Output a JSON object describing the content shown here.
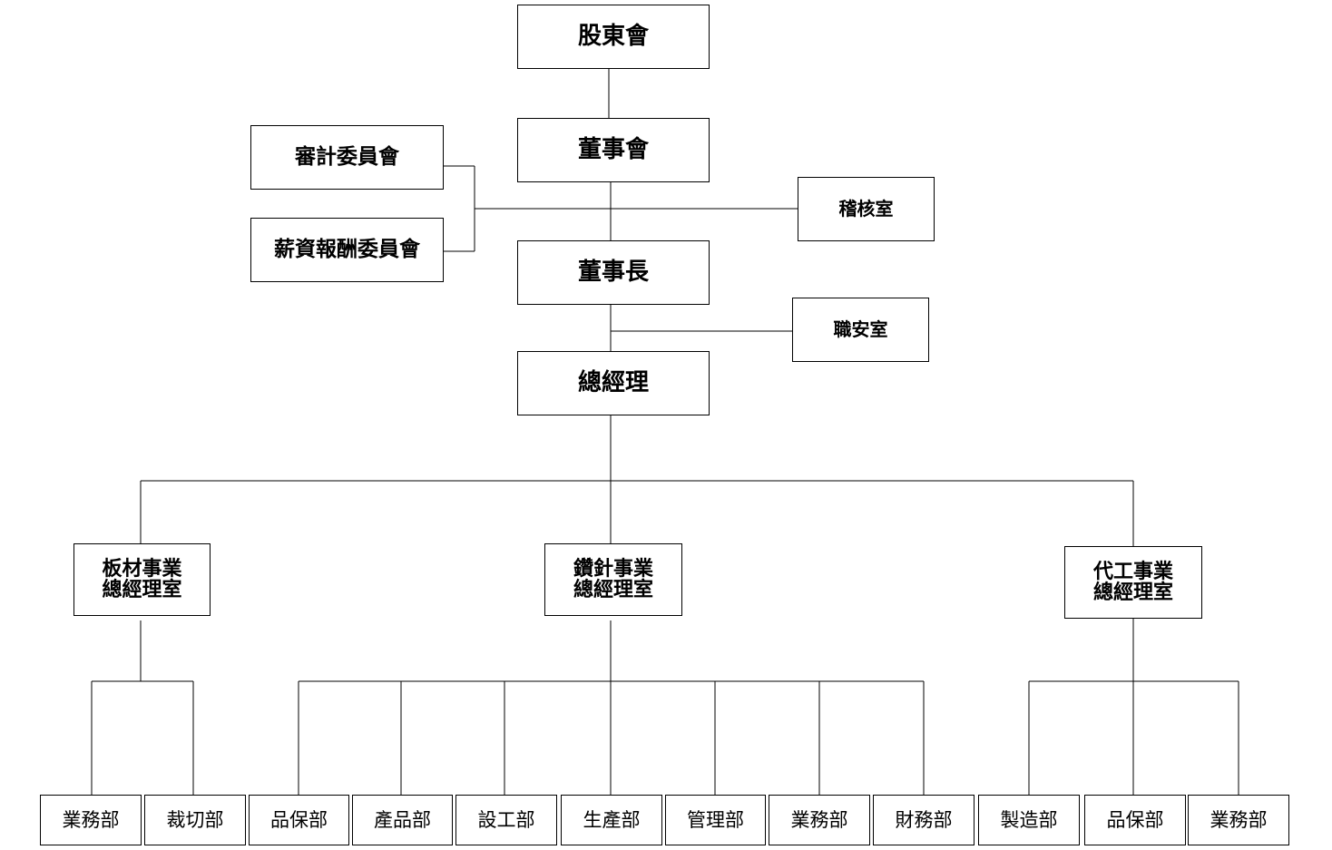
{
  "org_chart": {
    "shareholders": "股東會",
    "board": "董事會",
    "audit_committee": "審計委員會",
    "compensation_committee": "薪資報酬委員會",
    "audit_office": "稽核室",
    "chairman": "董事長",
    "safety_office": "職安室",
    "general_manager": "總經理",
    "divisions": [
      {
        "name": "板材事業\n總經理室",
        "departments": [
          "業務部",
          "裁切部"
        ]
      },
      {
        "name": "鑽針事業\n總經理室",
        "departments": [
          "品保部",
          "產品部",
          "設工部",
          "生產部",
          "管理部",
          "業務部",
          "財務部"
        ]
      },
      {
        "name": "代工事業\n總經理室",
        "departments": [
          "製造部",
          "品保部",
          "業務部"
        ]
      }
    ]
  }
}
